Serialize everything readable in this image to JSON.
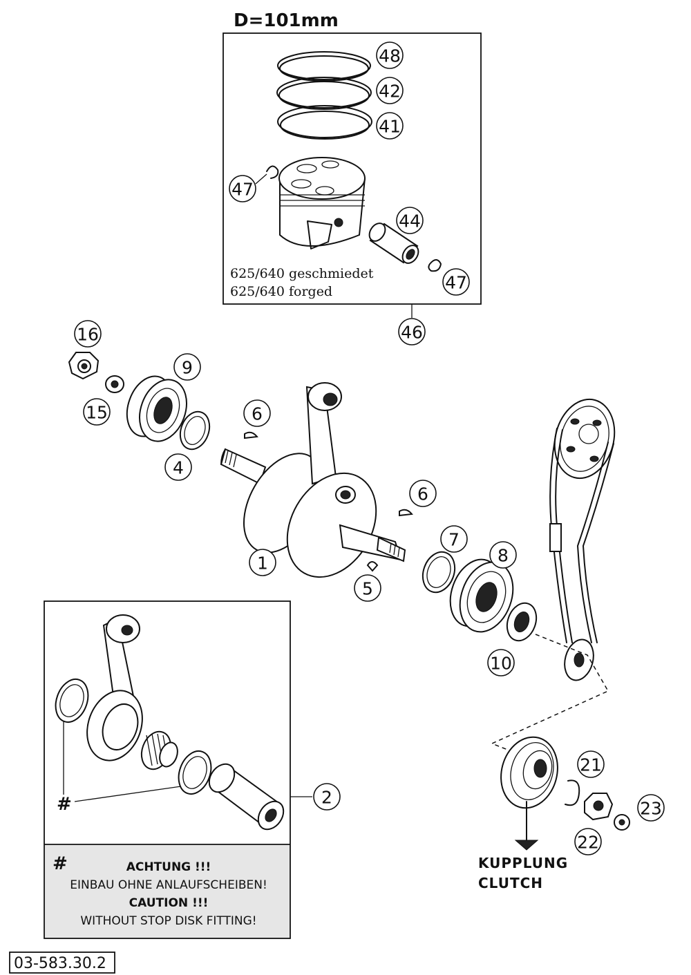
{
  "header": {
    "dimension_label": "D=101mm"
  },
  "piston_kit": {
    "line1": "625/640  geschmiedet",
    "line2": "625/640  forged"
  },
  "conrod_kit": {
    "hash_symbol": "#",
    "caution_hash": "#",
    "caution_de_title": "ACHTUNG !!!",
    "caution_de_text": "EINBAU OHNE ANLAUFSCHEIBEN!",
    "caution_en_title": "CAUTION !!!",
    "caution_en_text": "WITHOUT STOP DISK FITTING!"
  },
  "clutch_note": {
    "de": "KUPPLUNG",
    "en": "CLUTCH"
  },
  "document_number": "03-583.30.2",
  "callouts": {
    "c48": "48",
    "c42": "42",
    "c41": "41",
    "c47a": "47",
    "c44": "44",
    "c47b": "47",
    "c46": "46",
    "c16": "16",
    "c9": "9",
    "c15": "15",
    "c6a": "6",
    "c4": "4",
    "c6b": "6",
    "c1": "1",
    "c7": "7",
    "c8": "8",
    "c5": "5",
    "c10": "10",
    "c2": "2",
    "c21": "21",
    "c23": "23",
    "c22": "22"
  }
}
